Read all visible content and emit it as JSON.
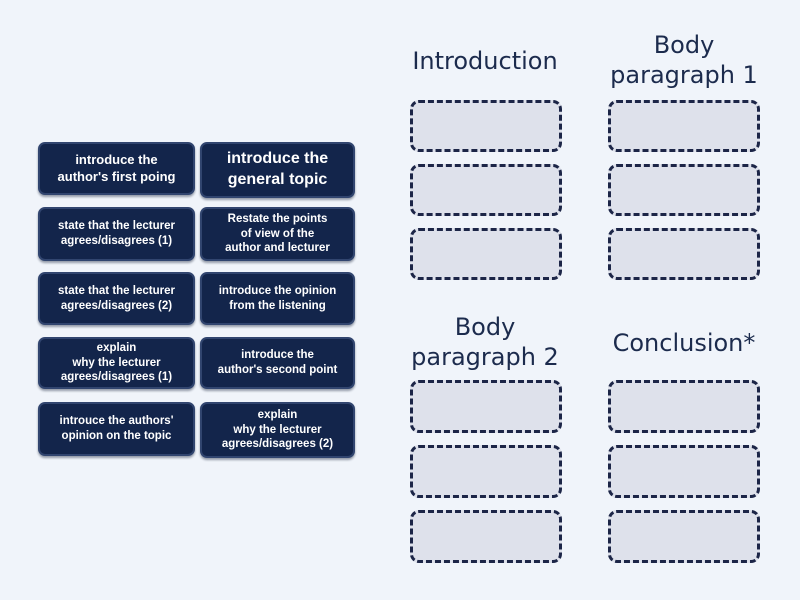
{
  "board": {
    "background": "#f0f4fa"
  },
  "colors": {
    "tile_background": "#13254b",
    "tile_border": "#31456f",
    "tile_text": "#ffffff",
    "slot_background": "#dee1eb",
    "slot_border": "#1c2547",
    "category_title_text": "#1c2b4d"
  },
  "tiles": [
    {
      "label": "introduce the\nauthor's first poing"
    },
    {
      "label": "introduce the\ngeneral topic"
    },
    {
      "label": "state that the lecturer\nagrees/disagrees (1)"
    },
    {
      "label": "Restate the points\nof view of the\nauthor and lecturer"
    },
    {
      "label": "state that the lecturer\nagrees/disagrees (2)"
    },
    {
      "label": "introduce the opinion\nfrom the listening"
    },
    {
      "label": "explain\nwhy the lecturer\nagrees/disagrees (1)"
    },
    {
      "label": "introduce the\nauthor's second point"
    },
    {
      "label": "introuce the authors'\nopinion on the topic"
    },
    {
      "label": "explain\nwhy the lecturer\nagrees/disagrees (2)"
    }
  ],
  "categories": [
    {
      "label": "Introduction",
      "slot_count": 3
    },
    {
      "label": "Body\nparagraph 1",
      "slot_count": 3
    },
    {
      "label": "Body\nparagraph 2",
      "slot_count": 3
    },
    {
      "label": "Conclusion*",
      "slot_count": 3
    }
  ]
}
